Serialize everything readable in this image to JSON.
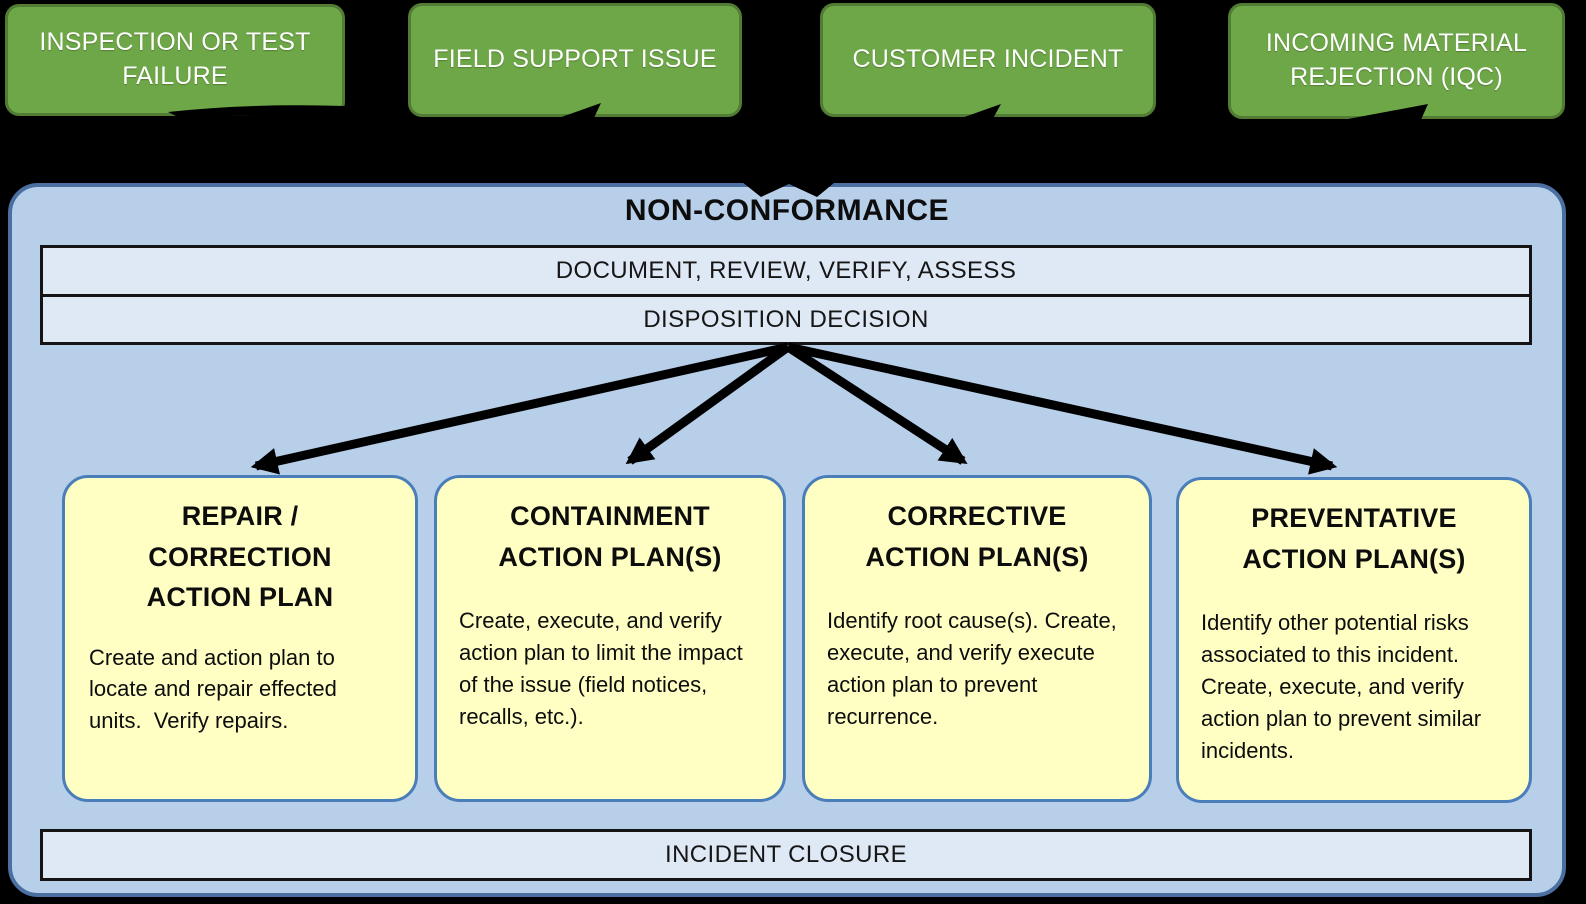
{
  "diagram_title": "NON-CONFORMANCE",
  "colors": {
    "background": "#000000",
    "source_fill": "#6ea747",
    "source_border": "#527b33",
    "panel_fill": "#b7cfe9",
    "panel_border": "#4a6fa0",
    "step_bar_fill": "#dfe9f5",
    "step_bar_border": "#141414",
    "plan_fill": "#ffffc3",
    "plan_border": "#4a7ebb",
    "arrow": "#000000"
  },
  "sources": [
    {
      "label": "INSPECTION OR TEST\nFAILURE"
    },
    {
      "label": "FIELD SUPPORT ISSUE"
    },
    {
      "label": "CUSTOMER INCIDENT"
    },
    {
      "label": "INCOMING MATERIAL\nREJECTION (IQC)"
    }
  ],
  "panel": {
    "title": "NON-CONFORMANCE",
    "steps": [
      "DOCUMENT, REVIEW, VERIFY, ASSESS",
      "DISPOSITION DECISION"
    ],
    "closure": "INCIDENT CLOSURE"
  },
  "plans": [
    {
      "title": "REPAIR /\nCORRECTION\nACTION PLAN",
      "body": "Create and action plan to locate and repair effected units.  Verify repairs."
    },
    {
      "title": "CONTAINMENT\nACTION PLAN(S)",
      "body": "Create, execute, and verify action plan to limit the impact of the issue (field notices, recalls, etc.)."
    },
    {
      "title": "CORRECTIVE\nACTION PLAN(S)",
      "body": "Identify root cause(s). Create, execute, and verify execute action plan to prevent recurrence."
    },
    {
      "title": "PREVENTATIVE\nACTION PLAN(S)",
      "body": "Identify other potential risks associated to this incident.  Create, execute, and verify action plan to prevent similar incidents."
    }
  ]
}
